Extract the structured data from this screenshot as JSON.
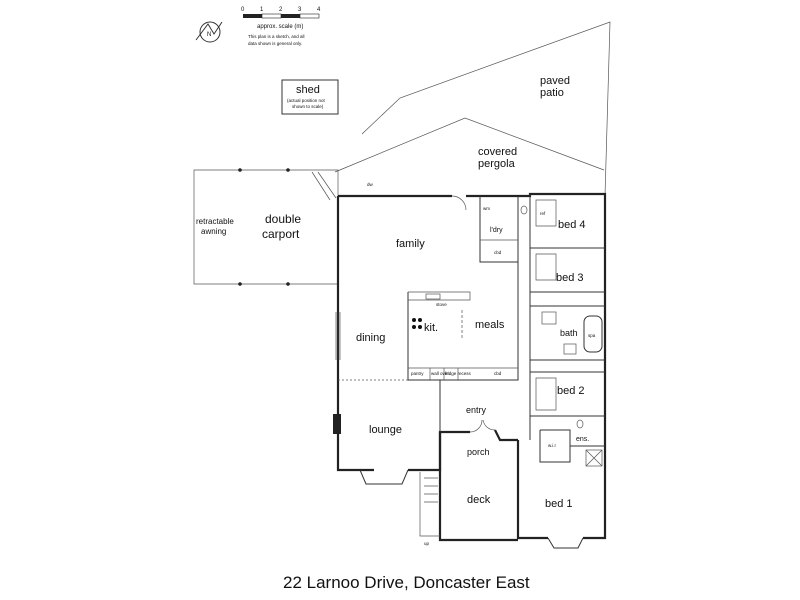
{
  "address": "22 Larnoo Drive, Doncaster East",
  "scale": {
    "ticks": [
      "0",
      "1",
      "2",
      "3",
      "4"
    ],
    "label": "approx. scale (m)",
    "disclaimer_line1": "This plan is a sketch, and all",
    "disclaimer_line2": "data shown is general only."
  },
  "compass_label": "N",
  "rooms": {
    "shed": "shed",
    "shed_note_1": "(actual position not",
    "shed_note_2": "shown to scale)",
    "paved_patio_1": "paved",
    "paved_patio_2": "patio",
    "covered_pergola_1": "covered",
    "covered_pergola_2": "pergola",
    "retractable_awning_1": "retractable",
    "retractable_awning_2": "awning",
    "double_carport_1": "double",
    "double_carport_2": "carport",
    "family": "family",
    "kitchen": "kit.",
    "meals": "meals",
    "dining": "dining",
    "lounge": "lounge",
    "entry": "entry",
    "porch": "porch",
    "deck": "deck",
    "laundry": "l'dry",
    "bed1": "bed 1",
    "bed2": "bed 2",
    "bed3": "bed 3",
    "bed4": "bed 4",
    "bath": "bath",
    "ensuite": "ens.",
    "wir": "w.i.r"
  },
  "fixtures": {
    "stove": "stove",
    "pantry": "pantry",
    "wall_oven": "wall oven",
    "fridge_recess": "fridge recess",
    "cbd_kitchen": "cbd",
    "cbd_laundry": "cbd",
    "ref": "ref",
    "spa": "spa",
    "wm": "wm",
    "up": "up",
    "dw": "dw"
  }
}
